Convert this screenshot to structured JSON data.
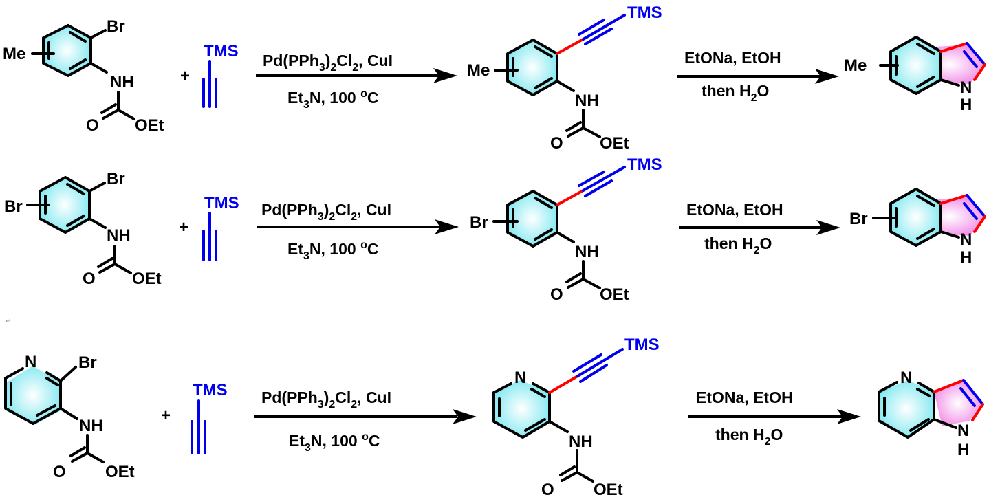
{
  "scheme": {
    "colors": {
      "tms": "#0000ee",
      "new_bond": "#ff0000",
      "benzene_fill": "#7fe8f0",
      "pyrrole_fill": "#f28ce6",
      "text": "#000000"
    },
    "plus_sign": "+",
    "paragraph_mark": "↵",
    "rows": [
      {
        "substrate": {
          "substituent": "Me",
          "halogen": "Br",
          "nh": "NH",
          "carbonyl_o": "O",
          "oet": "OEt",
          "ring": "benzene"
        },
        "alkyne_reagent": {
          "group": "TMS"
        },
        "step1": {
          "above": [
            "Pd(PPh",
            "3",
            ")",
            "2",
            "Cl",
            "2",
            ", CuI"
          ],
          "below": [
            "Et",
            "3",
            "N, 100 ",
            "o",
            "C"
          ]
        },
        "intermediate": {
          "substituent": "Me",
          "tms": "TMS",
          "nh": "NH",
          "carbonyl_o": "O",
          "oet": "OEt"
        },
        "step2": {
          "above": "EtONa, EtOH",
          "below": [
            "then H",
            "2",
            "O"
          ]
        },
        "product": {
          "substituent": "Me",
          "n": "N",
          "h": "H",
          "name": "indole"
        }
      },
      {
        "substrate": {
          "substituent": "Br",
          "halogen": "Br",
          "nh": "NH",
          "carbonyl_o": "O",
          "oet": "OEt",
          "ring": "benzene"
        },
        "alkyne_reagent": {
          "group": "TMS"
        },
        "step1": {
          "above": [
            "Pd(PPh",
            "3",
            ")",
            "2",
            "Cl",
            "2",
            ", CuI"
          ],
          "below": [
            "Et",
            "3",
            "N, 100 ",
            "o",
            "C"
          ]
        },
        "intermediate": {
          "substituent": "Br",
          "tms": "TMS",
          "nh": "NH",
          "carbonyl_o": "O",
          "oet": "OEt"
        },
        "step2": {
          "above": "EtONa, EtOH",
          "below": [
            "then H",
            "2",
            "O"
          ]
        },
        "product": {
          "substituent": "Br",
          "n": "N",
          "h": "H",
          "name": "indole"
        }
      },
      {
        "substrate": {
          "ring_n": "N",
          "halogen": "Br",
          "nh": "NH",
          "carbonyl_o": "O",
          "oet": "OEt",
          "ring": "pyridine"
        },
        "alkyne_reagent": {
          "group": "TMS"
        },
        "step1": {
          "above": [
            "Pd(PPh",
            "3",
            ")",
            "2",
            "Cl",
            "2",
            ", CuI"
          ],
          "below": [
            "Et",
            "3",
            "N, 100 ",
            "o",
            "C"
          ]
        },
        "intermediate": {
          "ring_n": "N",
          "tms": "TMS",
          "nh": "NH",
          "carbonyl_o": "O",
          "oet": "OEt"
        },
        "step2": {
          "above": "EtONa, EtOH",
          "below": [
            "then H",
            "2",
            "O"
          ]
        },
        "product": {
          "ring_n": "N",
          "n": "N",
          "h": "H",
          "name": "4-azaindole"
        }
      }
    ]
  }
}
